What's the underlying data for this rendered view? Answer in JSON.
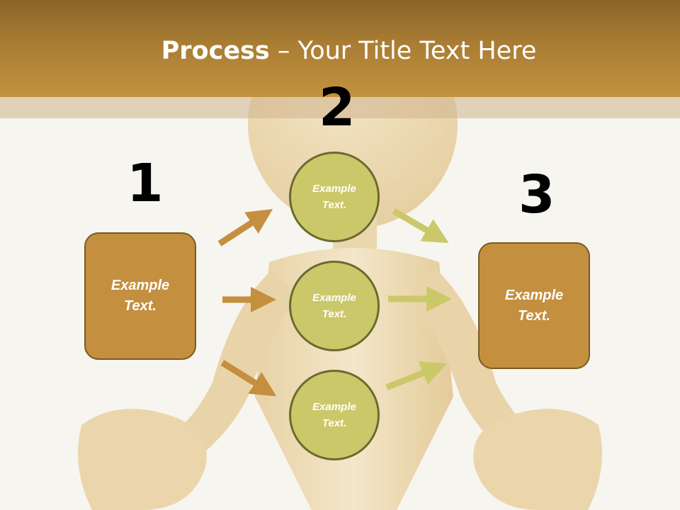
{
  "title": {
    "bold": "Process",
    "rest": " – Your Title Text Here"
  },
  "steps": [
    {
      "number": "1",
      "text": "Example Text."
    },
    {
      "number": "2",
      "circles": [
        "Example Text.",
        "Example Text.",
        "Example Text."
      ]
    },
    {
      "number": "3",
      "text": "Example Text."
    }
  ],
  "colors": {
    "title_bar": "#a97d34",
    "box": "#c48f3f",
    "circle": "#cbc86a",
    "arrow_left": "#c48f3f",
    "arrow_right": "#cbc86a"
  }
}
